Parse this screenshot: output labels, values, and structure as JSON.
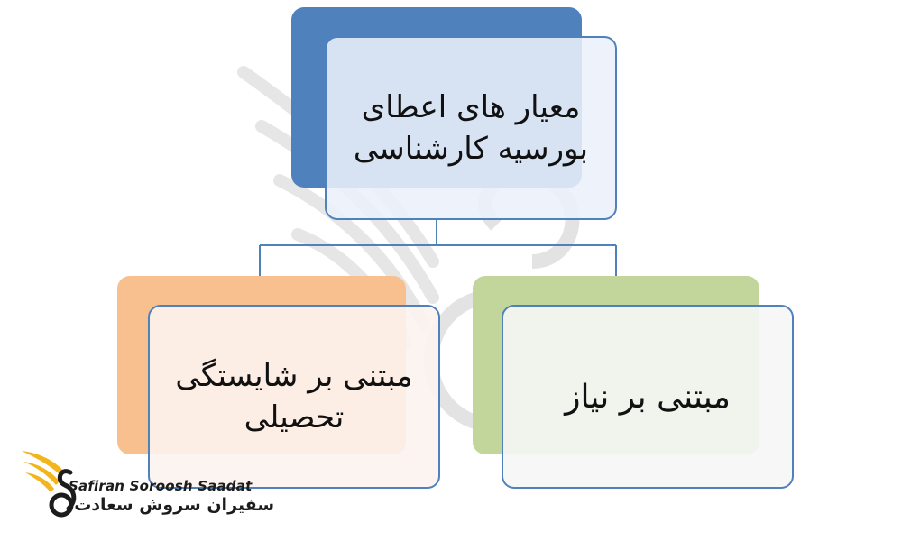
{
  "diagram": {
    "root": {
      "label": "معیار های اعطای بورسیه کارشناسی"
    },
    "children": [
      {
        "label": "مبتنی بر شایستگی تحصیلی"
      },
      {
        "label": "مبتنی بر نیاز"
      }
    ]
  },
  "logo": {
    "latin": "Safiran Soroosh Saadat",
    "persian": "سفیران سروش سعادت"
  },
  "colors": {
    "box_border": "#4f81bd",
    "root_back": "#4f81bd",
    "left_back": "#f9c08f",
    "right_back": "#c2d69b",
    "logo_gold": "#f2b51c"
  }
}
